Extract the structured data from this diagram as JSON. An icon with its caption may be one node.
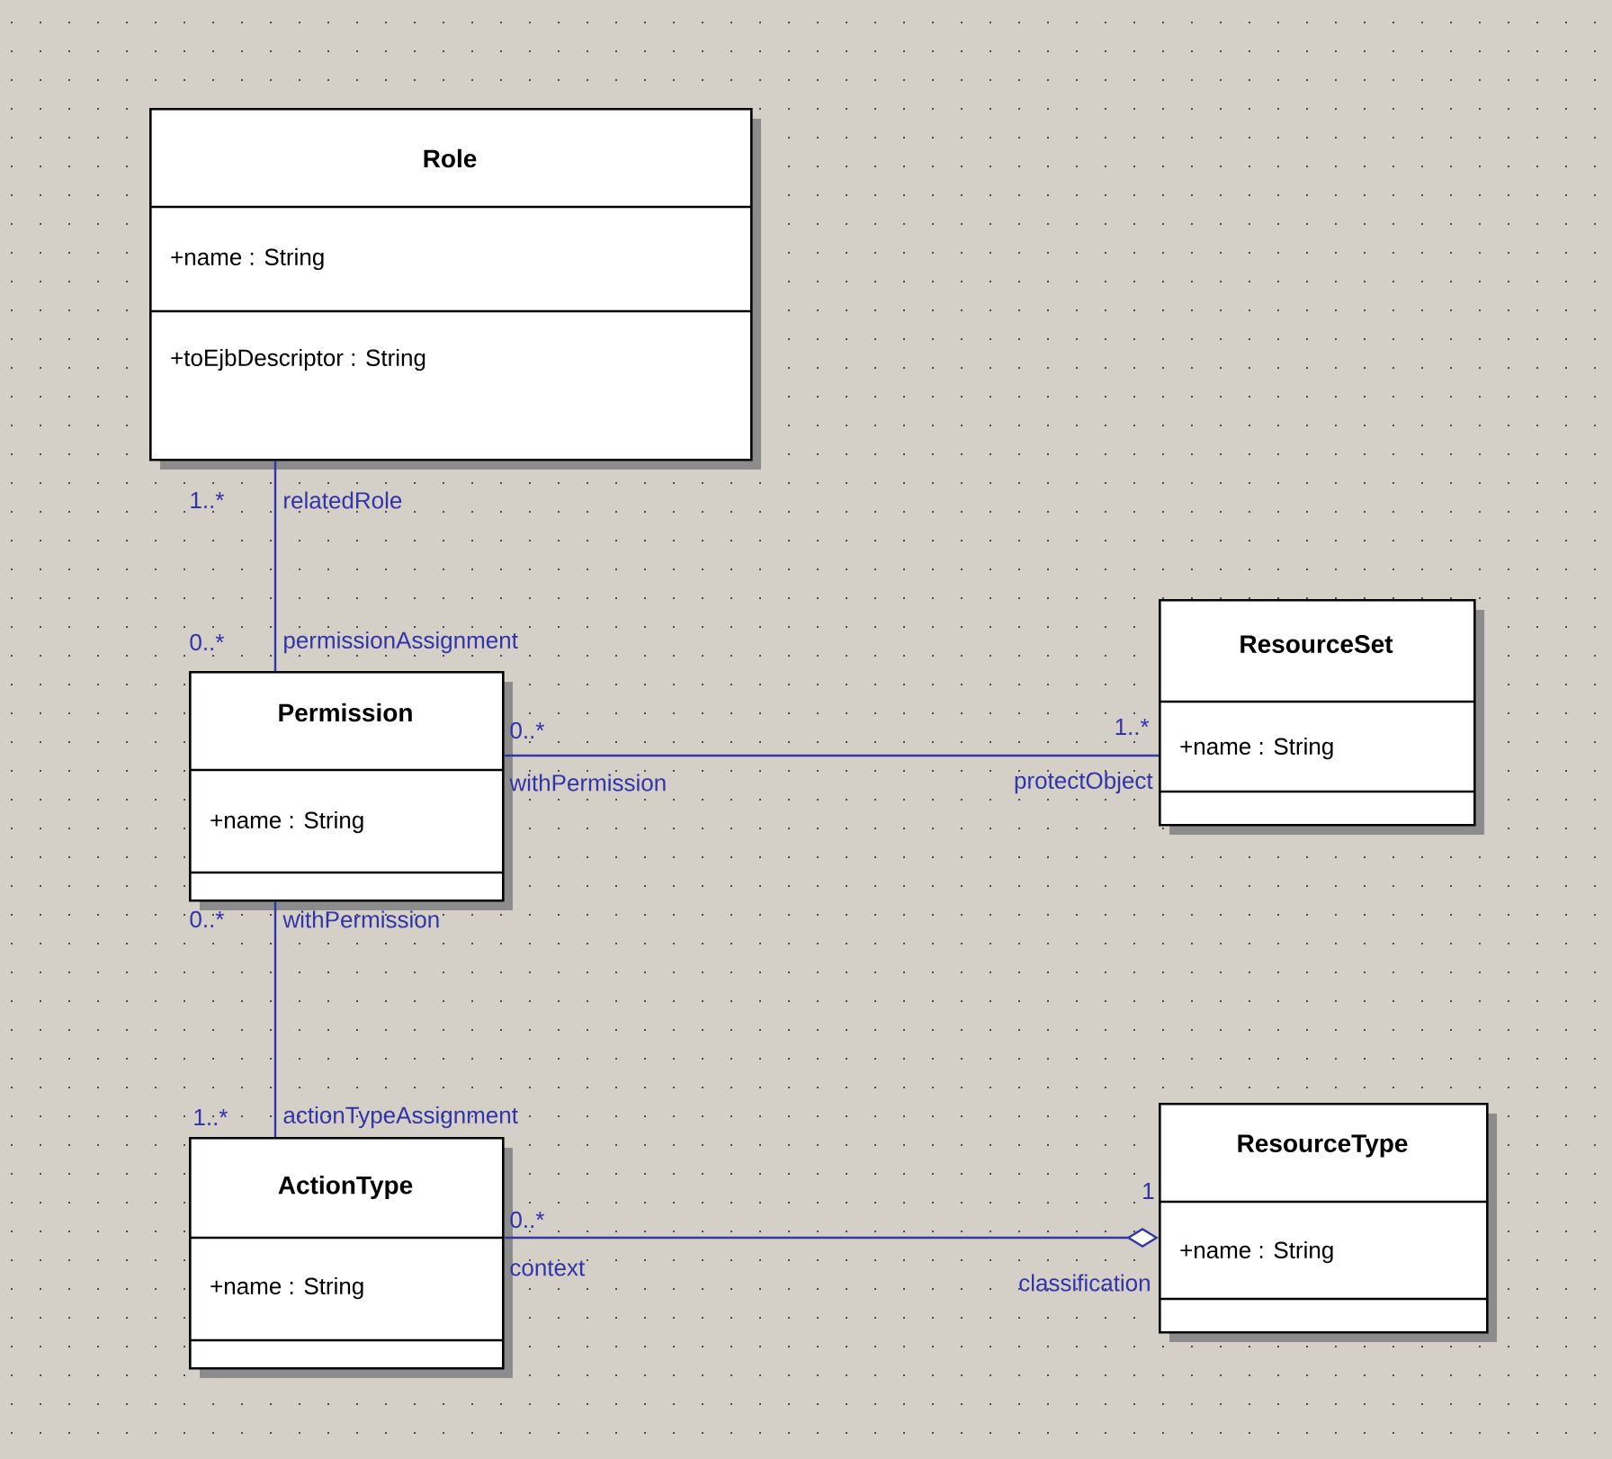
{
  "diagram": {
    "nodes": [
      {
        "text": [
          "Role",
          "+name : String",
          "+toEjbDescriptor : String"
        ]
      },
      {
        "text": [
          "Permission",
          "+name : String"
        ]
      },
      {
        "text": [
          "ResourceSet",
          "+name : String"
        ]
      },
      {
        "text": [
          "ActionType",
          "+name : String"
        ]
      },
      {
        "text": [
          "ResourceType",
          "+name : String"
        ]
      }
    ],
    "edges": [
      {
        "from": 0,
        "to": 1,
        "arrow": "none"
      },
      {
        "from": 1,
        "to": 2,
        "arrow": "none"
      },
      {
        "from": 1,
        "to": 3,
        "arrow": "none"
      },
      {
        "from": 3,
        "to": 4,
        "arrow": "other"
      }
    ],
    "labels": [
      "1..*",
      "relatedRole",
      "0..*",
      "permissionAssignment",
      "0..*",
      "1..*",
      "withPermission",
      "protectObject",
      "0..*",
      "withPermission",
      "1..*",
      "actionTypeAssignment",
      "1",
      "0..*",
      "context",
      "classification"
    ]
  }
}
